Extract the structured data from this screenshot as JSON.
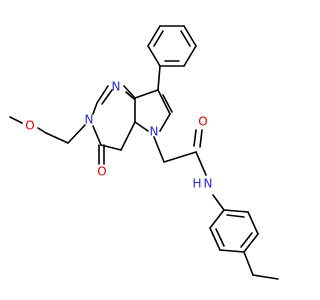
{
  "diagram_type": "structural-formula",
  "colors": {
    "background": "#ffffff",
    "bond": "#000000",
    "nitrogen": "#2a2ad6",
    "oxygen": "#e00000"
  },
  "atoms": {
    "n_pyrimidine_top": {
      "text": "N",
      "element": "nitrogen"
    },
    "n_pyrimidine_left": {
      "text": "N",
      "element": "nitrogen"
    },
    "n_pyrrole": {
      "text": "N",
      "element": "nitrogen"
    },
    "n_amide": {
      "text": "N",
      "element": "nitrogen"
    },
    "h_amide": {
      "text": "H",
      "element": "nitrogen"
    },
    "o_ether": {
      "text": "O",
      "element": "oxygen"
    },
    "o_ring_carbonyl": {
      "text": "O",
      "element": "oxygen"
    },
    "o_amide_carbonyl": {
      "text": "O",
      "element": "oxygen"
    }
  }
}
